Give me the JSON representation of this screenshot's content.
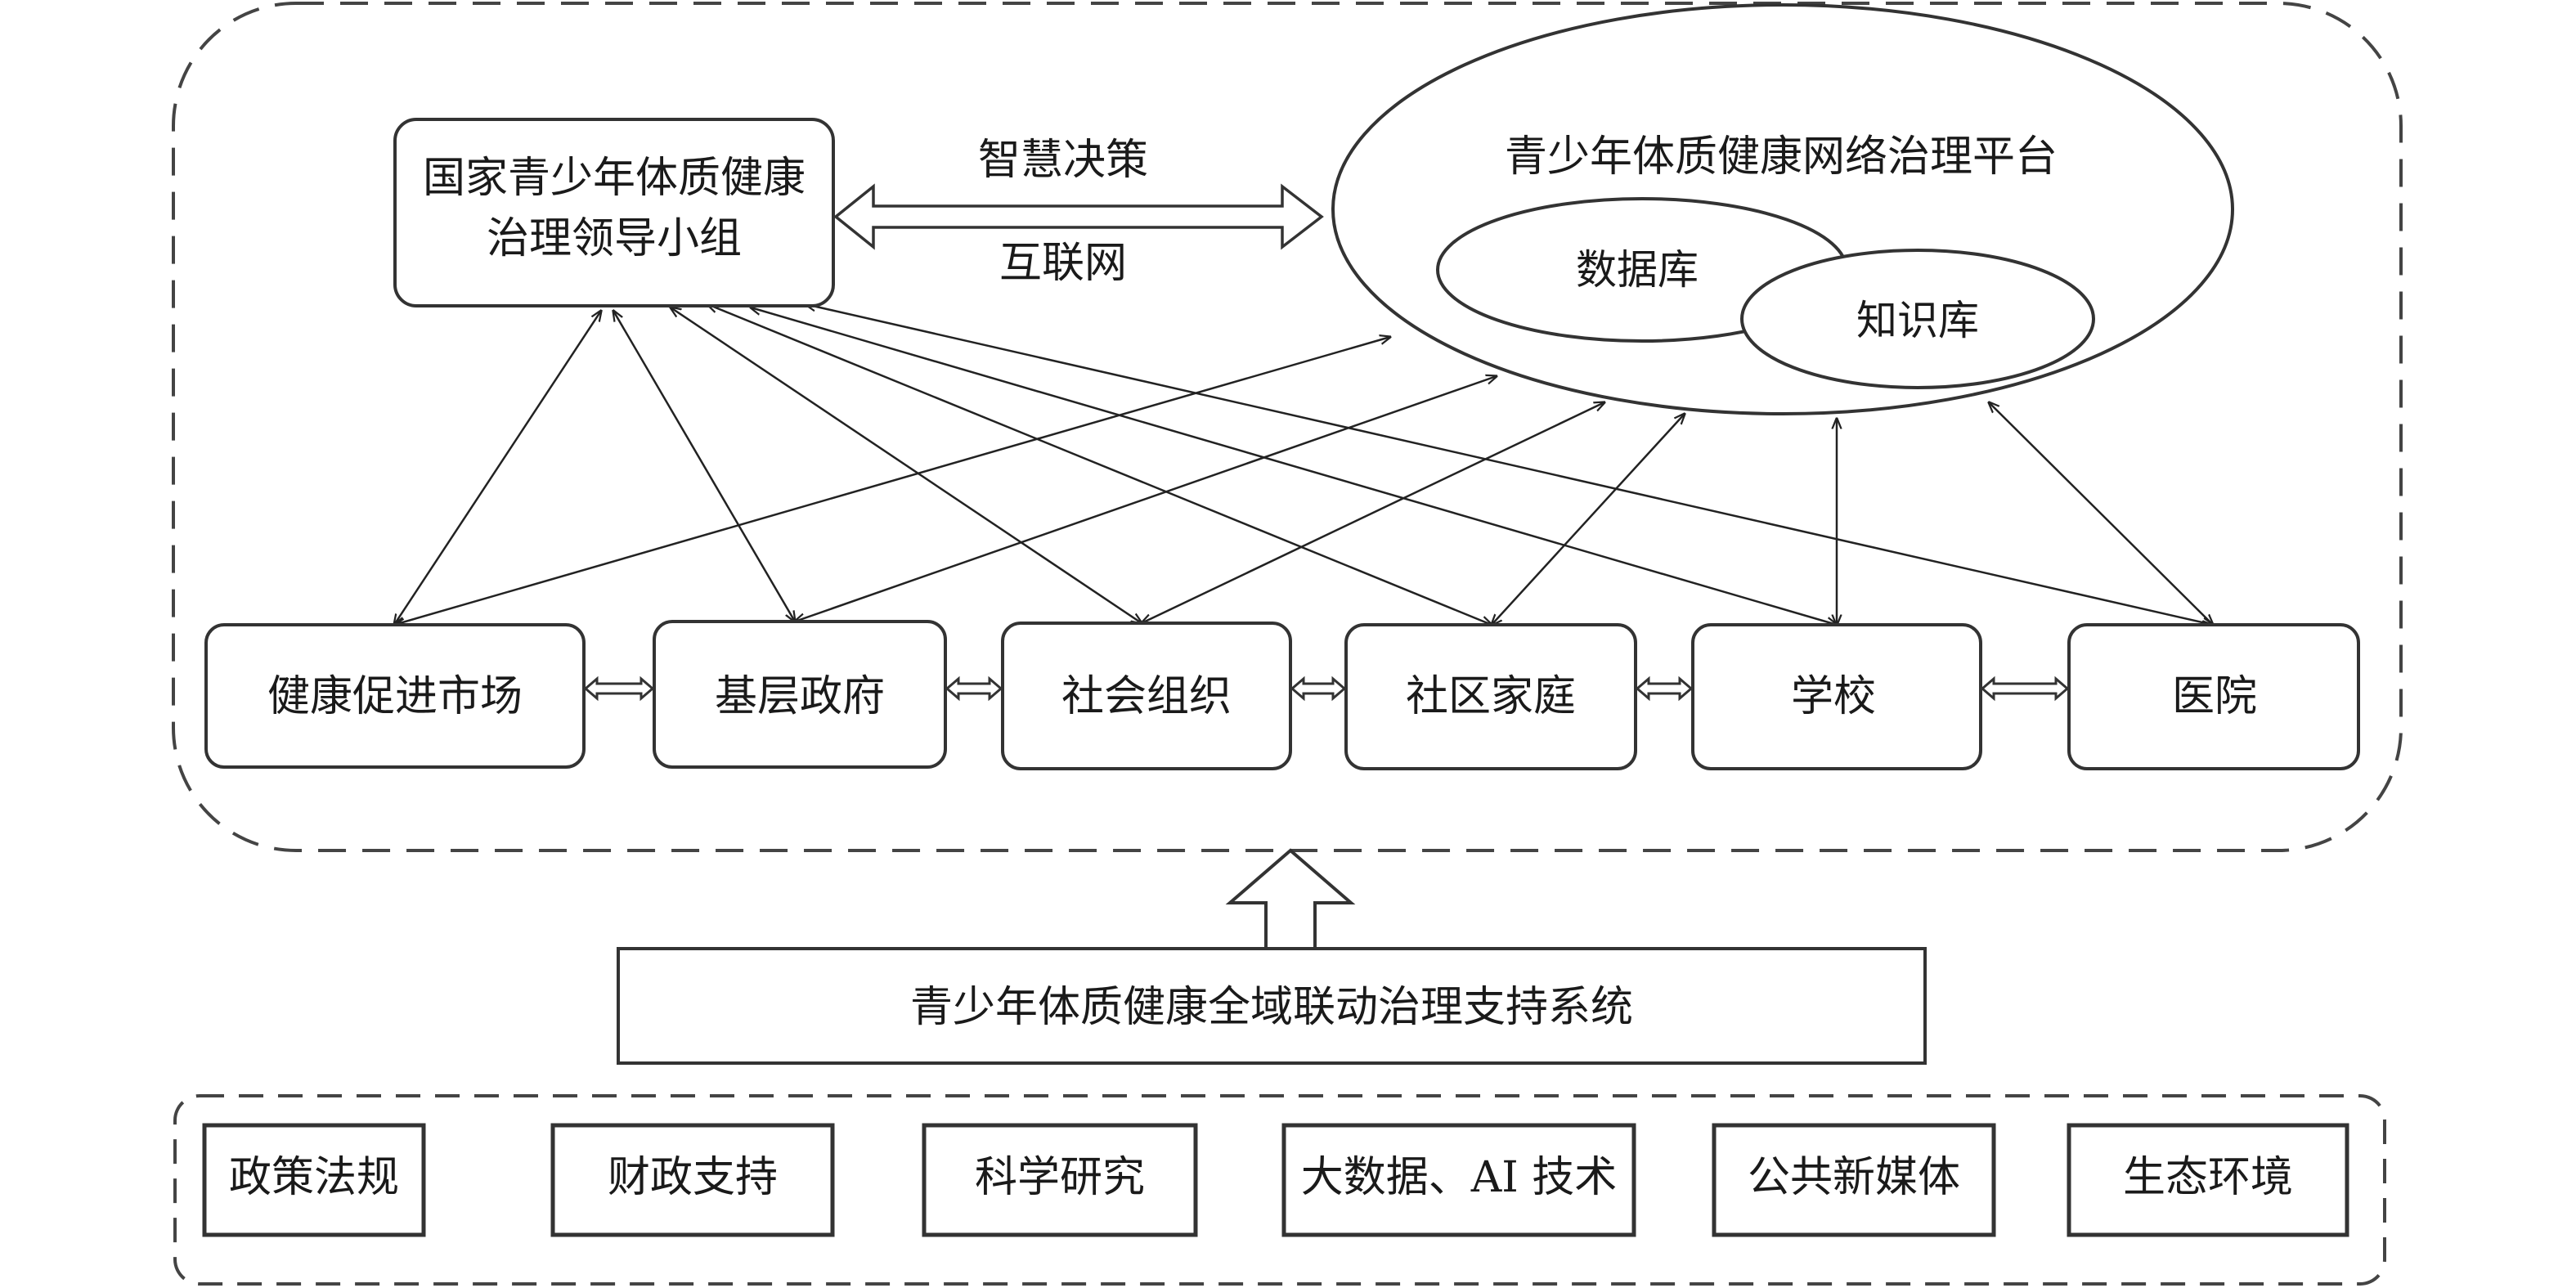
{
  "leadership_box": {
    "line1": "国家青少年体质健康",
    "line2": "治理领导小组"
  },
  "link_labels": {
    "top": "智慧决策",
    "bottom": "互联网"
  },
  "platform": {
    "title": "青少年体质健康网络治理平台",
    "database": "数据库",
    "knowledge_base": "知识库"
  },
  "actors": [
    "健康促进市场",
    "基层政府",
    "社会组织",
    "社区家庭",
    "学校",
    "医院"
  ],
  "support_system": "青少年体质健康全域联动治理支持系统",
  "foundations": [
    "政策法规",
    "财政支持",
    "科学研究",
    "大数据、AI 技术",
    "公共新媒体",
    "生态环境"
  ]
}
